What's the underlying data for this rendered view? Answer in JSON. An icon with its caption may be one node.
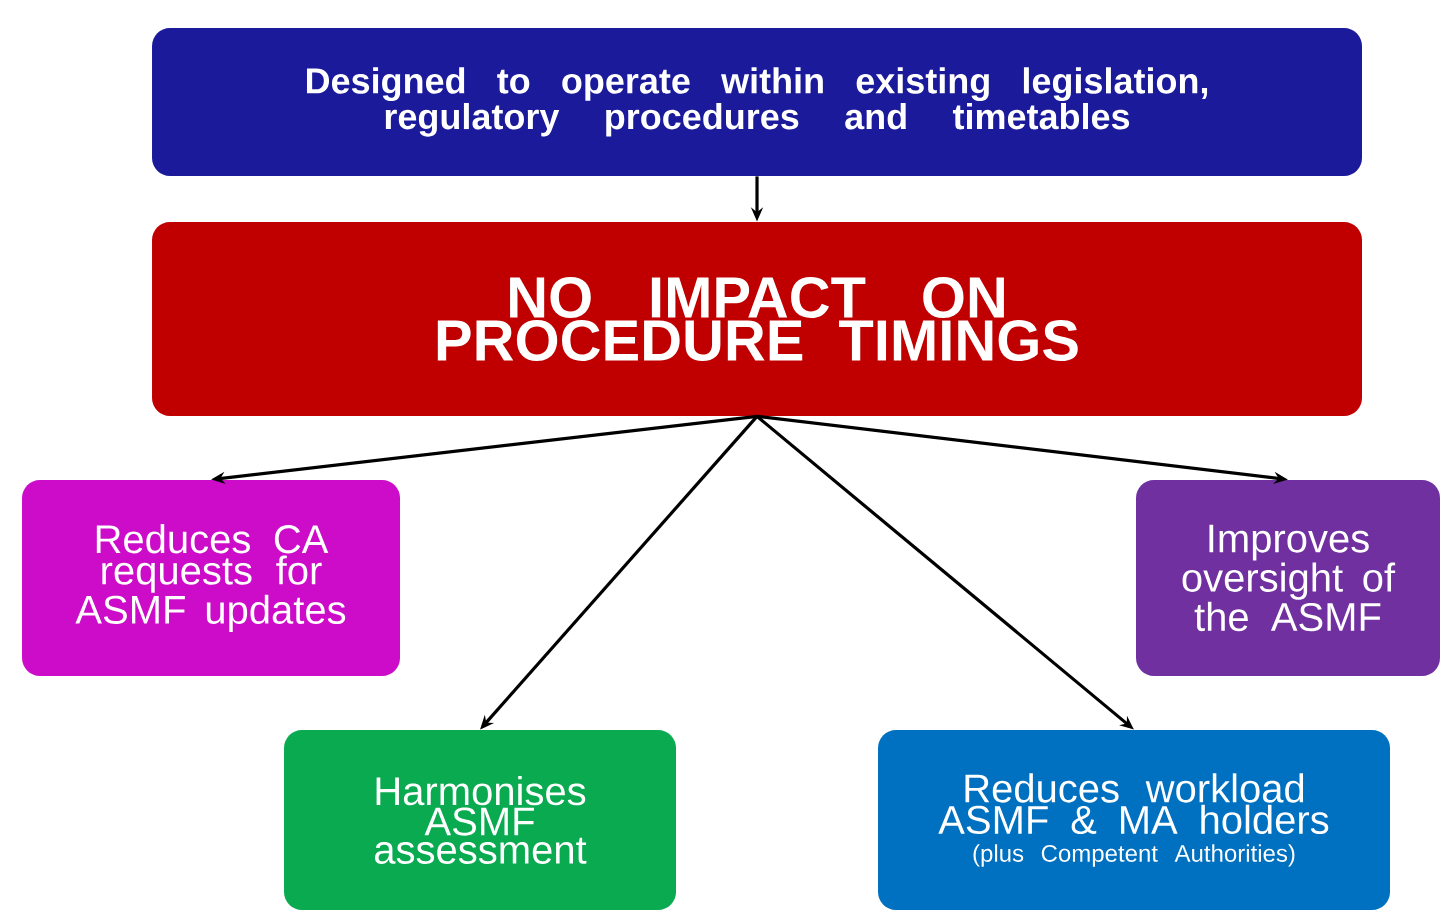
{
  "diagram": {
    "nodes": [
      {
        "text": [
          "Designed to operate within existing legislation, regulatory  procedures and timetables"
        ]
      },
      {
        "text": [
          "NO IMPACT ON PROCEDURE TIMINGS"
        ]
      },
      {
        "text": [
          "Reduces CA requests for ASMF updates"
        ]
      },
      {
        "text": [
          "Improves oversight of the ASMF"
        ]
      },
      {
        "text": [
          "Harmonises ASMF assessment"
        ]
      },
      {
        "text": [
          "Reduces workload ASMF & MA holders",
          "(plus Competent Authorities)"
        ]
      }
    ],
    "edges": [
      {
        "from": 0,
        "to": 1,
        "arrow": "to"
      },
      {
        "from": 1,
        "to": 2,
        "arrow": "to"
      },
      {
        "from": 1,
        "to": 3,
        "arrow": "to"
      },
      {
        "from": 1,
        "to": 4,
        "arrow": "to"
      },
      {
        "from": 1,
        "to": 5,
        "arrow": "to"
      }
    ]
  }
}
